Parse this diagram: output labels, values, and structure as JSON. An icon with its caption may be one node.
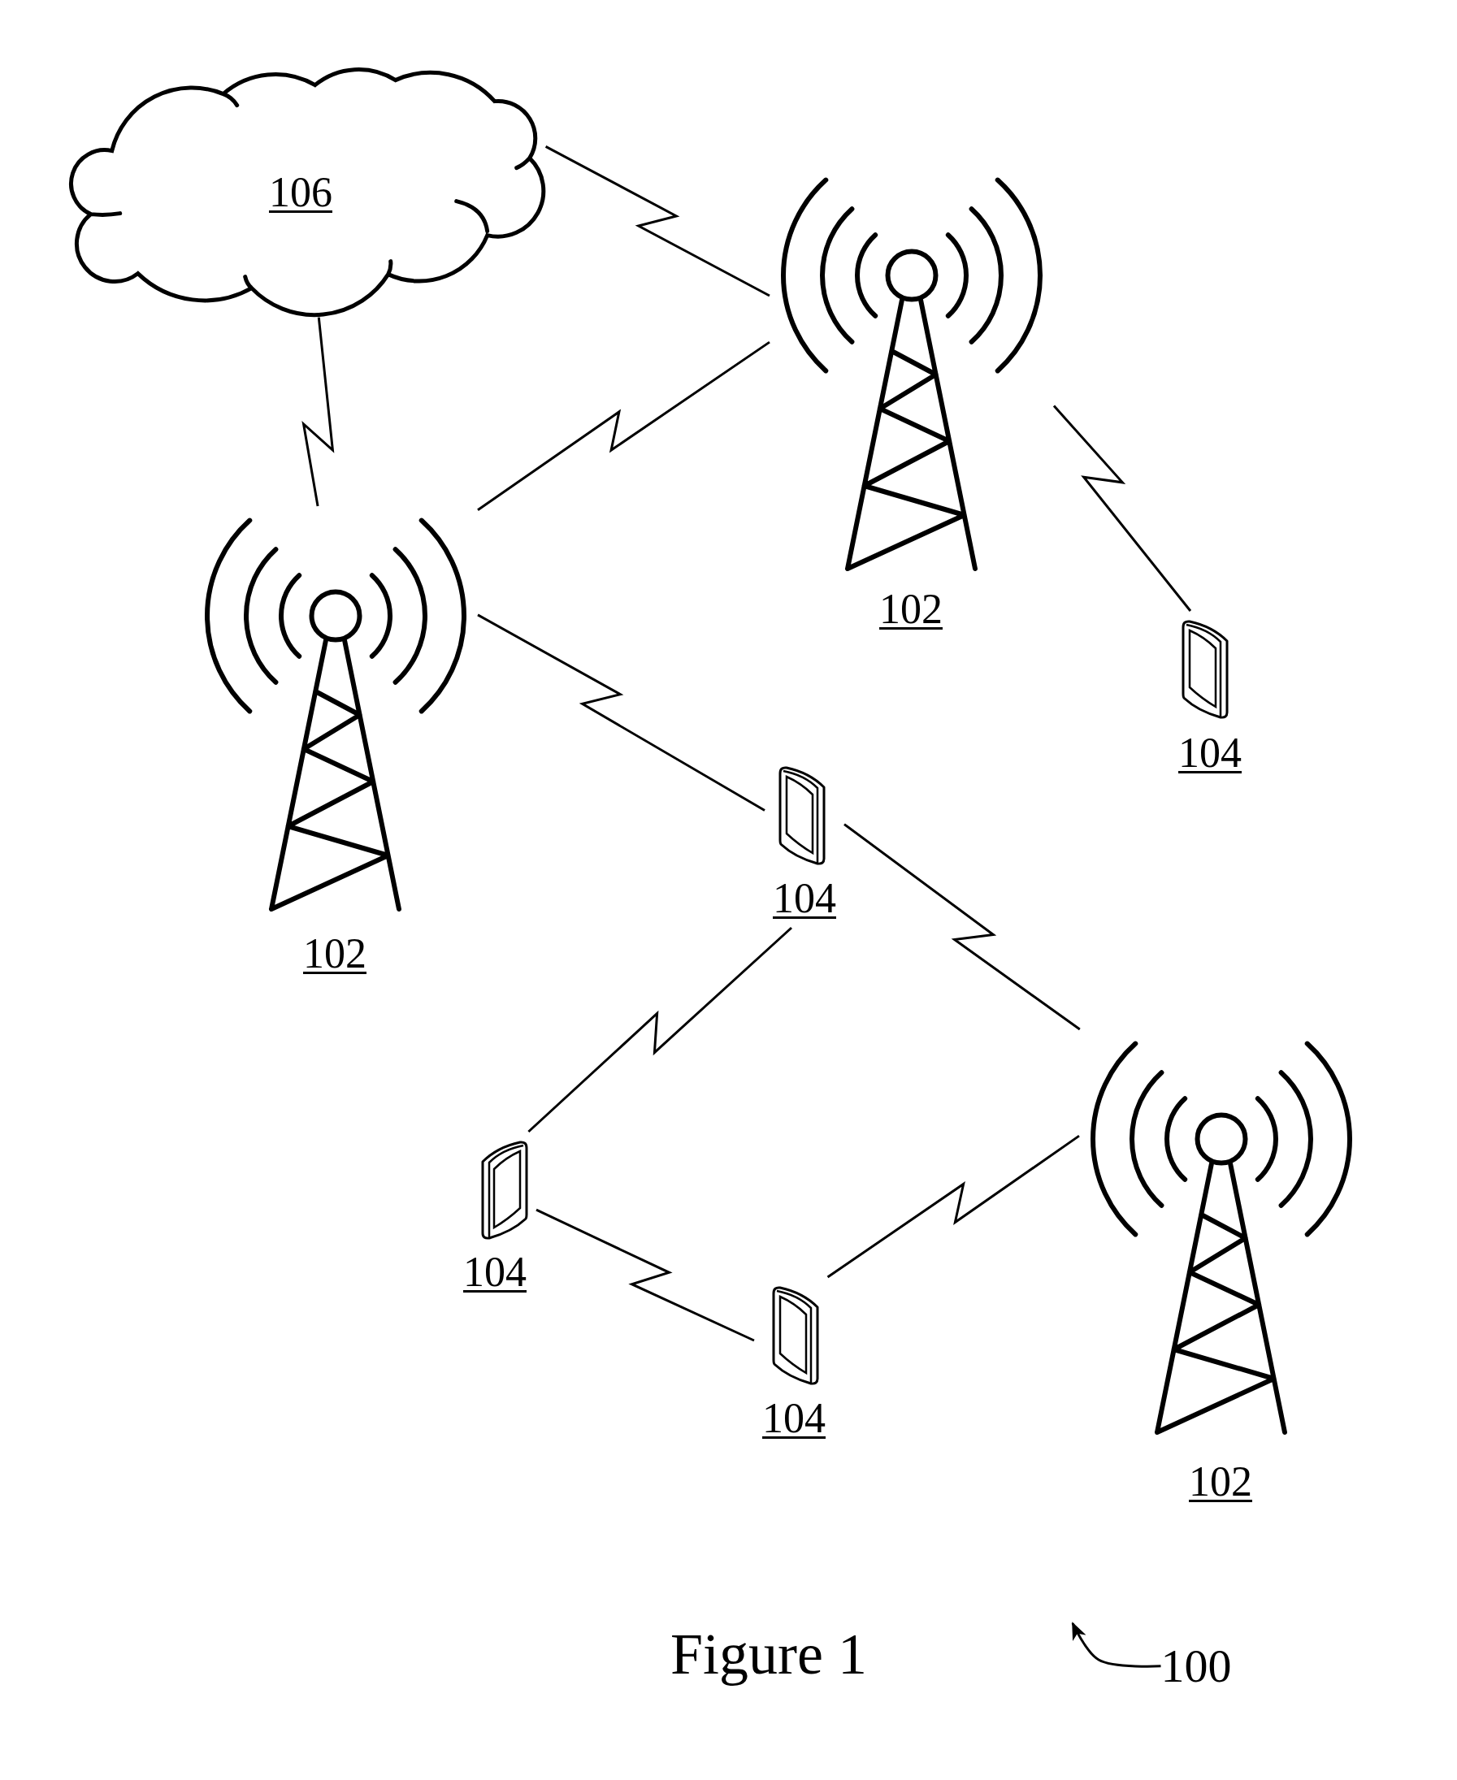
{
  "diagram": {
    "caption": "Figure 1",
    "nodes": [
      {
        "text": [
          "106"
        ]
      },
      {
        "text": [
          "102"
        ]
      },
      {
        "text": [
          "102"
        ]
      },
      {
        "text": [
          "104"
        ]
      },
      {
        "text": [
          "104"
        ]
      },
      {
        "text": [
          "102"
        ]
      },
      {
        "text": [
          "104"
        ]
      },
      {
        "text": [
          "104"
        ]
      },
      {
        "text": [
          "100"
        ]
      }
    ],
    "edges": [
      {
        "from": 0,
        "to": 1,
        "arrow": "none"
      },
      {
        "from": 0,
        "to": 2,
        "arrow": "none"
      },
      {
        "from": 2,
        "to": 1,
        "arrow": "none"
      },
      {
        "from": 1,
        "to": 3,
        "arrow": "none"
      },
      {
        "from": 2,
        "to": 4,
        "arrow": "none"
      },
      {
        "from": 4,
        "to": 5,
        "arrow": "none"
      },
      {
        "from": 4,
        "to": 6,
        "arrow": "none"
      },
      {
        "from": 6,
        "to": 7,
        "arrow": "none"
      },
      {
        "from": 7,
        "to": 5,
        "arrow": "none"
      },
      {
        "from": 8,
        "to": null,
        "arrow": "to"
      }
    ]
  }
}
